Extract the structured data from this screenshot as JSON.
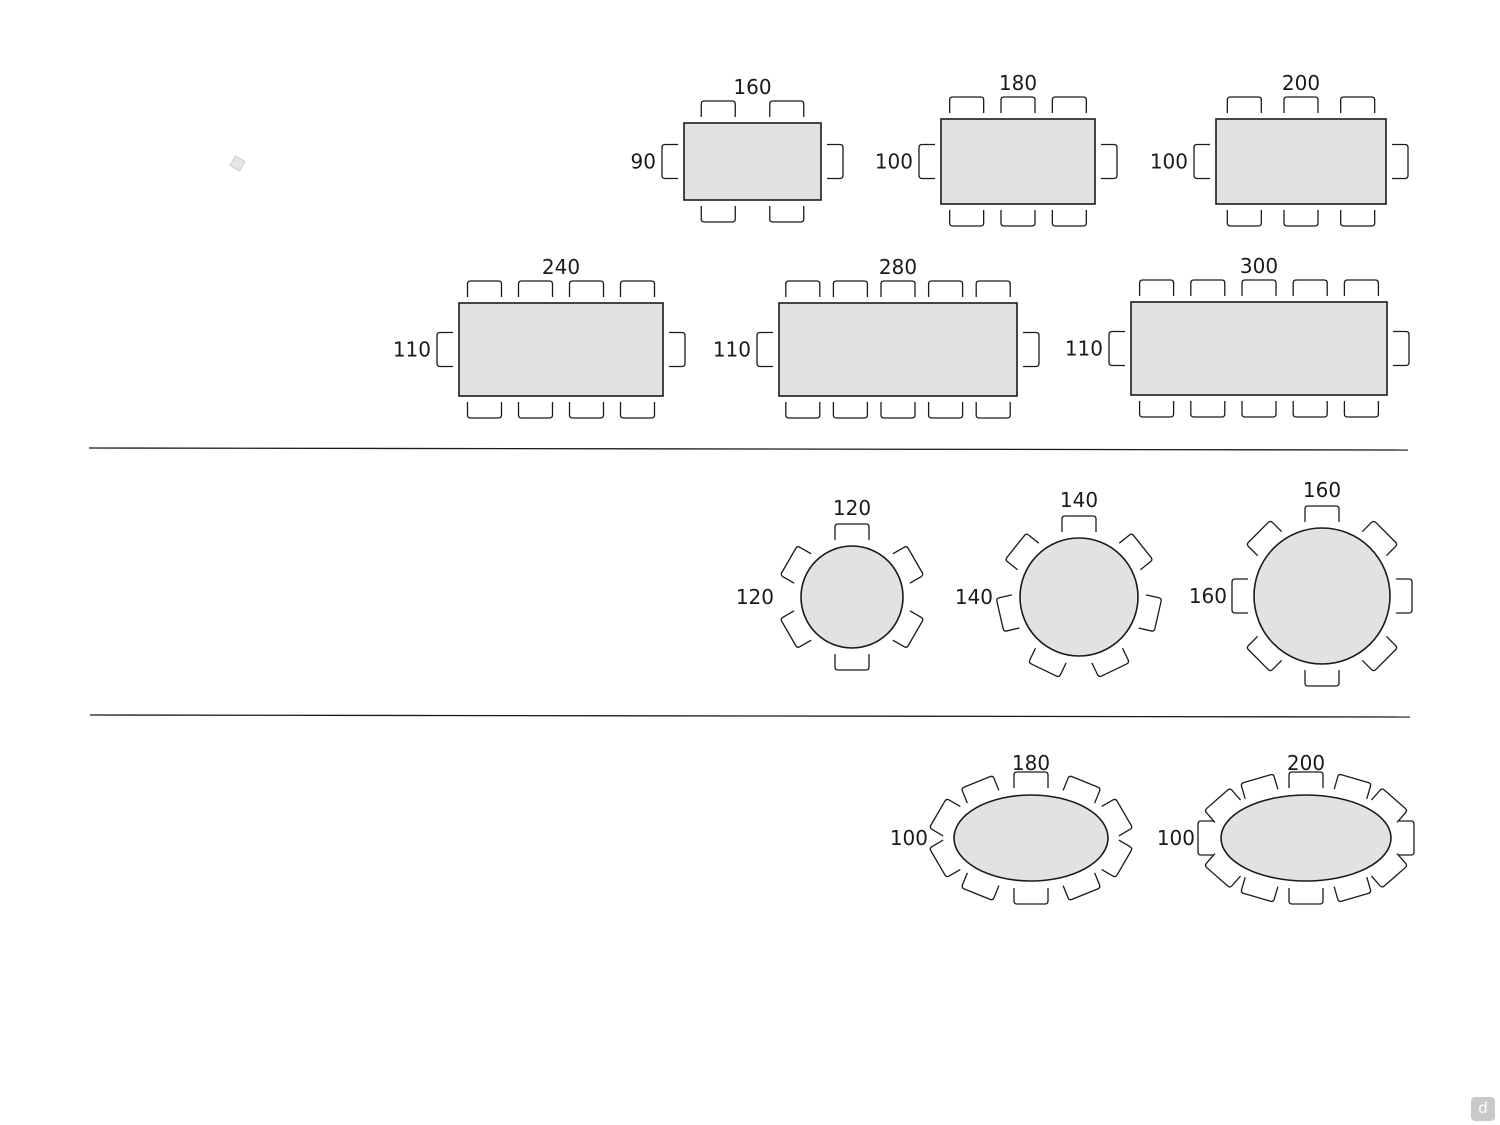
{
  "rectangular_tables": [
    {
      "length": "160",
      "width": "90",
      "chairs_long_side": 2,
      "chairs_short_side": 1
    },
    {
      "length": "180",
      "width": "100",
      "chairs_long_side": 3,
      "chairs_short_side": 1
    },
    {
      "length": "200",
      "width": "100",
      "chairs_long_side": 3,
      "chairs_short_side": 1
    },
    {
      "length": "240",
      "width": "110",
      "chairs_long_side": 4,
      "chairs_short_side": 1
    },
    {
      "length": "280",
      "width": "110",
      "chairs_long_side": 5,
      "chairs_short_side": 1
    },
    {
      "length": "300",
      "width": "110",
      "chairs_long_side": 5,
      "chairs_short_side": 1
    }
  ],
  "round_tables": [
    {
      "diameter": "120",
      "width": "120",
      "chairs": 6
    },
    {
      "diameter": "140",
      "width": "140",
      "chairs": 7
    },
    {
      "diameter": "160",
      "width": "160",
      "chairs": 8
    }
  ],
  "oval_tables": [
    {
      "length": "180",
      "width": "100",
      "chairs": 10
    },
    {
      "length": "200",
      "width": "100",
      "chairs": 12
    }
  ],
  "badge": {
    "label": "d"
  }
}
